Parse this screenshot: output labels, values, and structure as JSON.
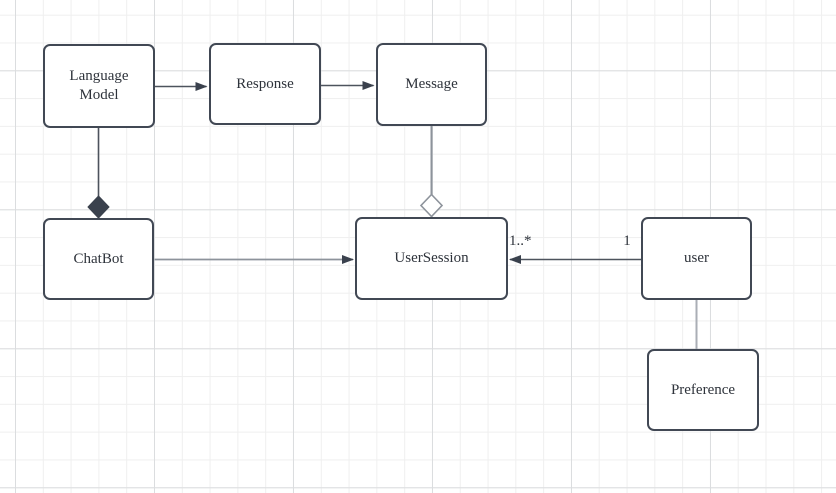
{
  "diagram": {
    "type": "uml-class-diagram",
    "nodes": {
      "language_model": {
        "label": "Language Model"
      },
      "response": {
        "label": "Response"
      },
      "message": {
        "label": "Message"
      },
      "chatbot": {
        "label": "ChatBot"
      },
      "user_session": {
        "label": "UserSession"
      },
      "user": {
        "label": "user"
      },
      "preference": {
        "label": "Preference"
      }
    },
    "edges": [
      {
        "from": "language_model",
        "to": "response",
        "type": "directed-arrow"
      },
      {
        "from": "response",
        "to": "message",
        "type": "directed-arrow"
      },
      {
        "from": "language_model",
        "to": "chatbot",
        "type": "composition",
        "diamond": "filled",
        "diamond_at": "chatbot"
      },
      {
        "from": "message",
        "to": "user_session",
        "type": "aggregation",
        "diamond": "hollow",
        "diamond_at": "user_session"
      },
      {
        "from": "chatbot",
        "to": "user_session",
        "type": "directed-arrow"
      },
      {
        "from": "user",
        "to": "user_session",
        "type": "directed-arrow",
        "multiplicity_at_user_session": "1..*",
        "multiplicity_at_user": "1"
      },
      {
        "from": "user",
        "to": "preference",
        "type": "plain-line"
      }
    ],
    "edge_labels": {
      "usersession_end": "1..*",
      "user_end": "1"
    },
    "colors": {
      "canvas_background": "#ffffff",
      "grid_minor": "#efefef",
      "grid_major": "#dbdddf",
      "node_fill": "#ffffff",
      "node_border": "#414854",
      "node_text": "#2e333b",
      "edge_dark": "#4d535d",
      "edge_gray": "#8d939b",
      "edge_light": "#aaaeb5",
      "arrowhead_fill": "#3a414d",
      "composition_diamond_fill": "#3a414d",
      "aggregation_diamond_stroke": "#8d939b"
    }
  }
}
